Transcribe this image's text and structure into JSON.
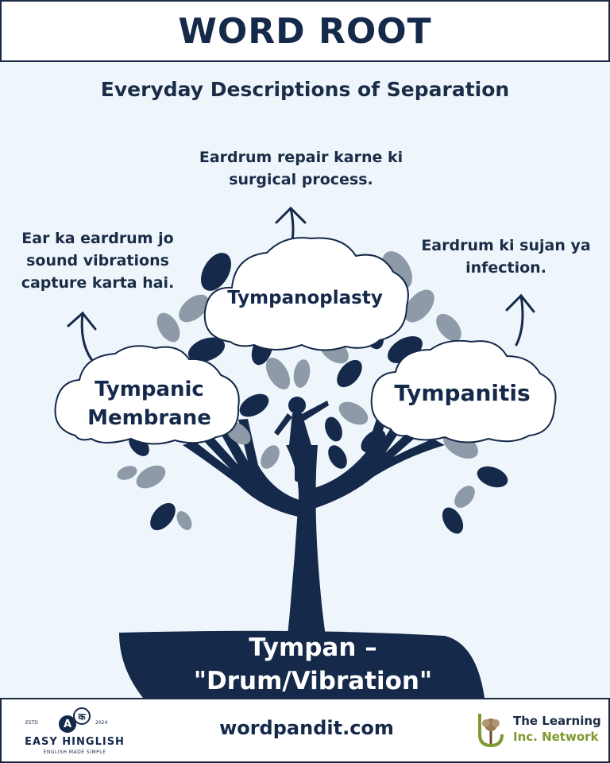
{
  "header": {
    "title": "WORD ROOT"
  },
  "subtitle": "Everyday Descriptions of Separation",
  "descriptions": {
    "top": "Eardrum repair karne ki surgical process.",
    "left": "Ear ka eardrum jo sound vibrations capture karta hai.",
    "right": "Eardrum ki sujan ya infection."
  },
  "clouds": {
    "top": "Tympanoplasty",
    "left": "Tympanic Membrane",
    "right": "Tympanitis"
  },
  "root": {
    "line1": "Tympan –",
    "line2": "\"Drum/Vibration\""
  },
  "footer": {
    "site": "wordpandit.com",
    "left_brand": {
      "name": "EASY HINGLISH",
      "tagline": "ENGLISH MADE SIMPLE",
      "estd": "ESTD",
      "year": "2024",
      "letter_a": "A",
      "letter_ka": "क"
    },
    "right_brand": {
      "line1": "The Learning",
      "line2": "Inc. Network"
    }
  },
  "colors": {
    "navy": "#15294a",
    "background": "#eef5fb",
    "leaf_gray": "#8f9aa8",
    "accent_green": "#7e9a2e"
  },
  "icons": [
    "up-arrow-icon",
    "tree-illustration",
    "child-silhouette",
    "hands-icon",
    "learning-tree-icon"
  ]
}
